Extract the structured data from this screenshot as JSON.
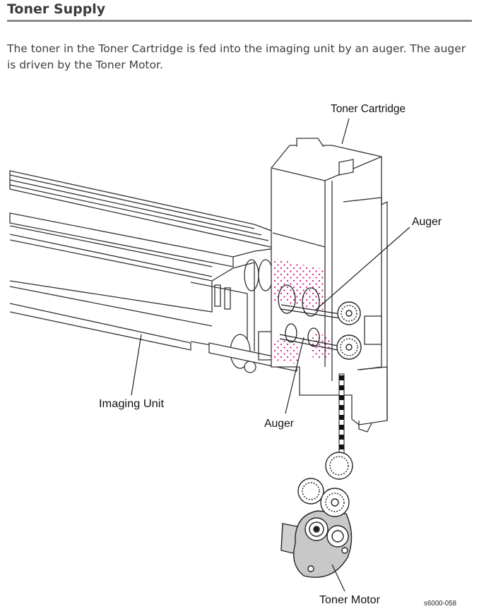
{
  "page": {
    "title": "Toner Supply",
    "paragraph": "The toner in the Toner Cartridge is fed into the imaging unit by an auger. The auger is driven by the Toner Motor."
  },
  "figure": {
    "callouts": {
      "toner_cartridge": "Toner Cartridge",
      "auger_top": "Auger",
      "auger_bottom": "Auger",
      "imaging_unit": "Imaging Unit",
      "toner_motor": "Toner Motor"
    },
    "figure_id": "s6000-058",
    "toner_dot_color": "#d4148a"
  }
}
